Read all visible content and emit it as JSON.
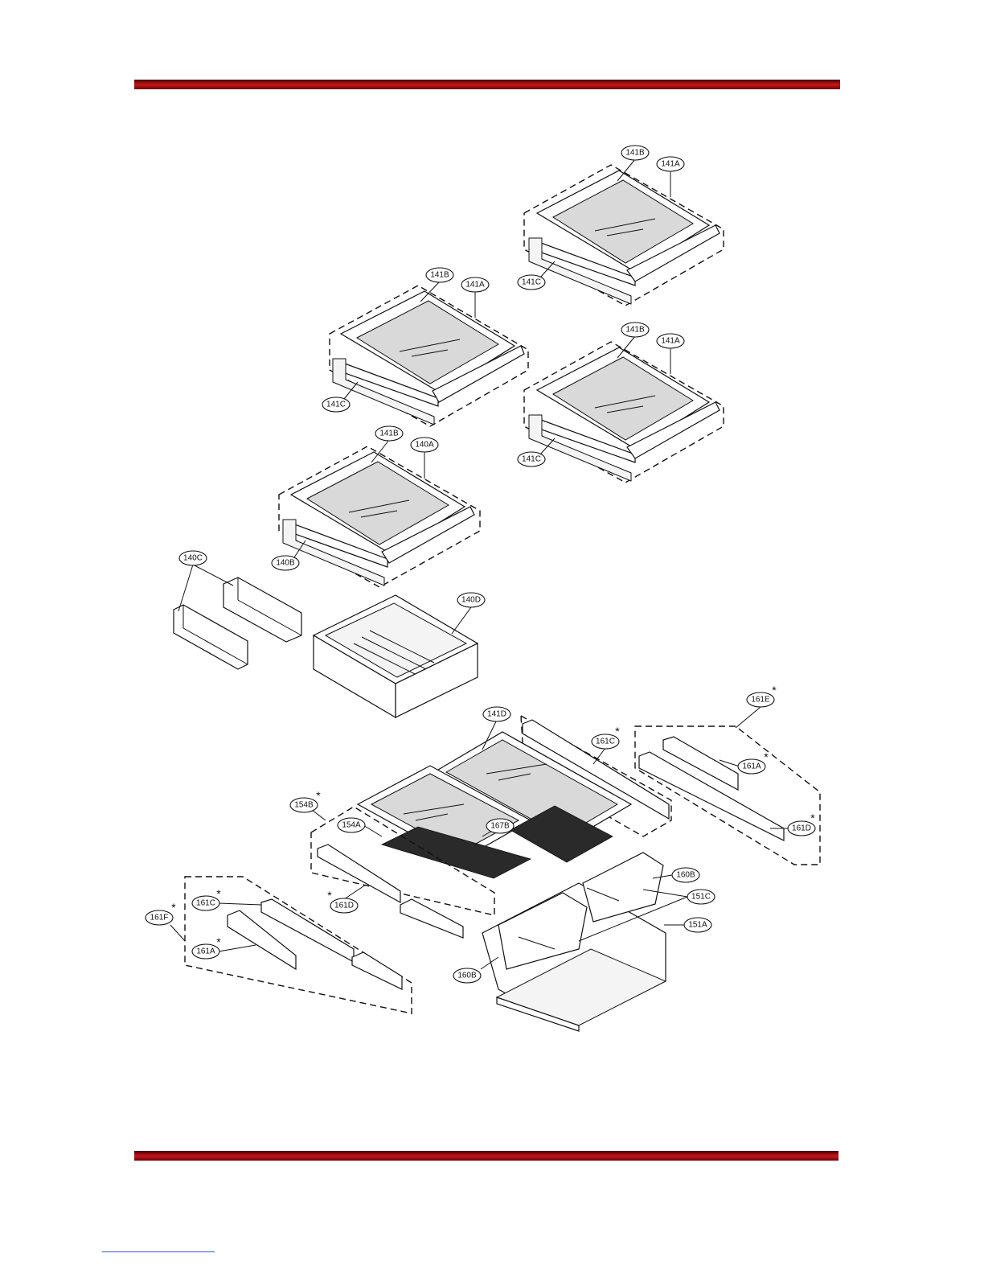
{
  "labels": {
    "l141B_1": "141B",
    "l141A_1": "141A",
    "l141C_1": "141C",
    "l141B_2": "141B",
    "l141A_2": "141A",
    "l141C_2": "141C",
    "l141B_3": "141B",
    "l141A_3": "141A",
    "l141C_3": "141C",
    "l141B_4": "141B",
    "l140A": "140A",
    "l140B": "140B",
    "l140C": "140C",
    "l140D": "140D",
    "l141D": "141D",
    "l161C_1": "161C",
    "l161E": "161E",
    "l161A_1": "161A",
    "l161D_1": "161D",
    "l154B": "154B",
    "l154A": "154A",
    "l167B": "167B",
    "l160B_1": "160B",
    "l151C": "151C",
    "l151A": "151A",
    "l161D_2": "161D",
    "l161C_2": "161C",
    "l161F": "161F",
    "l161A_2": "161A",
    "l160B_2": "160B"
  },
  "marks": {
    "star": "*"
  }
}
